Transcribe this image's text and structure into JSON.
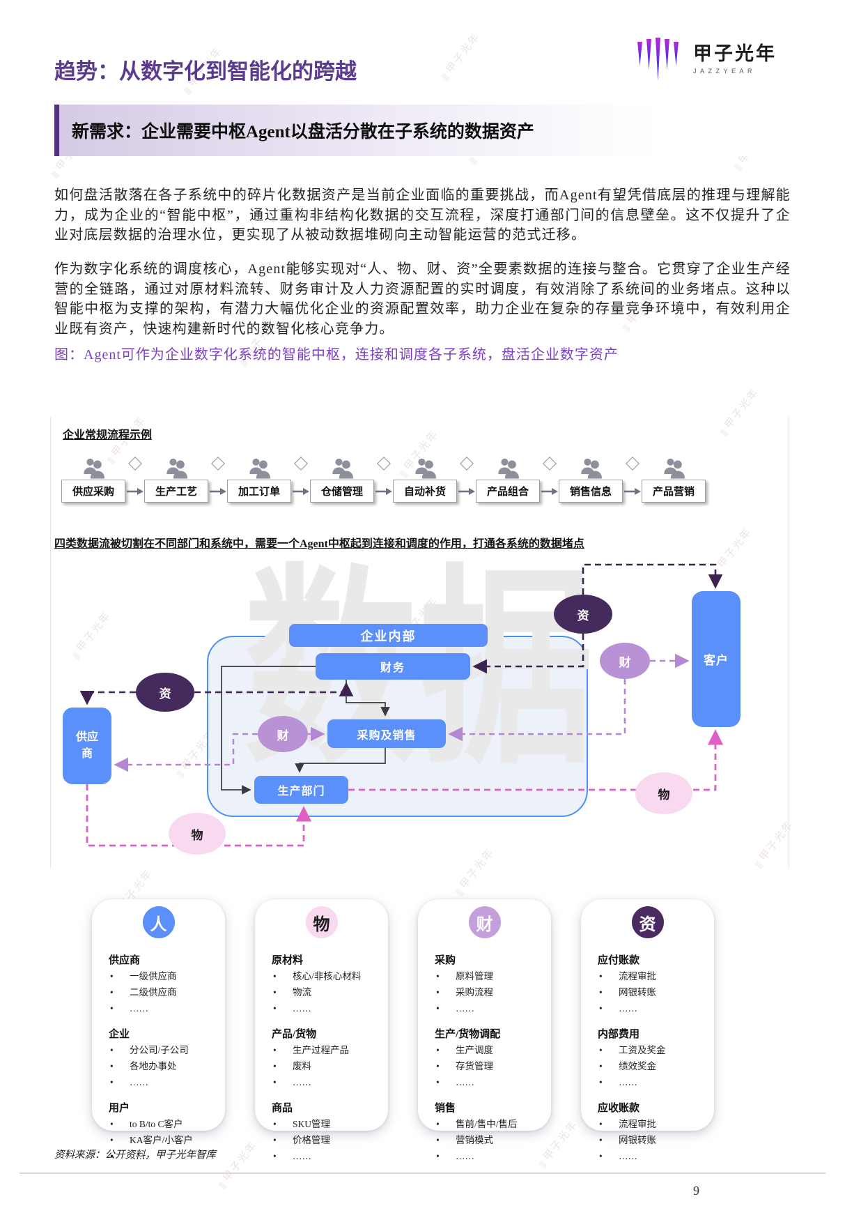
{
  "page": {
    "title": "趋势：从数字化到智能化的跨越",
    "page_number": "9",
    "source_note": "资料来源：公开资料，甲子光年智库",
    "watermark_text": "甲子光年"
  },
  "logo": {
    "name_cn": "甲子光年",
    "name_en": "JAZZYEAR"
  },
  "section_header": {
    "text": "新需求：企业需要中枢Agent以盘活分散在子系统的数据资产"
  },
  "paragraphs": [
    "如何盘活散落在各子系统中的碎片化数据资产是当前企业面临的重要挑战，而Agent有望凭借底层的推理与理解能力，成为企业的“智能中枢”，通过重构非结构化数据的交互流程，深度打通部门间的信息壁垒。这不仅提升了企业对底层数据的治理水位，更实现了从被动数据堆砌向主动智能运营的范式迁移。",
    "作为数字化系统的调度核心，Agent能够实现对“人、物、财、资”全要素数据的连接与整合。它贯穿了企业生产经营的全链路，通过对原材料流转、财务审计及人力资源配置的实时调度，有效消除了系统间的业务堵点。这种以智能中枢为支撑的架构，有潜力大幅优化企业的资源配置效率，助力企业在复杂的存量竞争环境中，有效利用企业既有资产，快速构建新时代的数智化核心竞争力。"
  ],
  "figure": {
    "caption": "图：Agent可作为企业数字化系统的智能中枢，连接和调度各子系统，盘活企业数字资产",
    "flow_label": "企业常规流程示例",
    "flow_steps": [
      "供应采购",
      "生产工艺",
      "加工订单",
      "仓储管理",
      "自动补货",
      "产品组合",
      "销售信息",
      "产品营销"
    ],
    "note": "四类数据流被切割在不同部门和系统中，需要一个Agent中枢起到连接和调度的作用，打通各系统的数据堵点",
    "watermark": "数据",
    "nodes": {
      "internal_header": "企业内部",
      "finance": "财务",
      "purchase_sales": "采购及销售",
      "production": "生产部门",
      "supplier": "供应商",
      "customer": "客户"
    },
    "flows": {
      "zi": "资",
      "cai": "财",
      "wu": "物"
    }
  },
  "columns": [
    {
      "label": "人",
      "circle_color": "#5b8ff9",
      "text_color": "#ffffff",
      "groups": [
        {
          "heading": "供应商",
          "items": [
            "一级供应商",
            "二级供应商",
            "……"
          ]
        },
        {
          "heading": "企业",
          "items": [
            "分公司/子公司",
            "各地办事处",
            "……"
          ]
        },
        {
          "heading": "用户",
          "items": [
            "to B/to C客户",
            "KA客户/小客户",
            "……"
          ]
        }
      ]
    },
    {
      "label": "物",
      "circle_color": "#f8d9ef",
      "text_color": "#1a1a1a",
      "groups": [
        {
          "heading": "原材料",
          "items": [
            "核心/非核心材料",
            "物流",
            "……"
          ]
        },
        {
          "heading": "产品/货物",
          "items": [
            "生产过程产品",
            "废料",
            "……"
          ]
        },
        {
          "heading": "商品",
          "items": [
            "SKU管理",
            "价格管理",
            "……"
          ]
        }
      ]
    },
    {
      "label": "财",
      "circle_color": "#c3a0dc",
      "text_color": "#ffffff",
      "groups": [
        {
          "heading": "采购",
          "items": [
            "原料管理",
            "采购流程",
            "……"
          ]
        },
        {
          "heading": "生产/货物调配",
          "items": [
            "生产调度",
            "存货管理",
            "……"
          ]
        },
        {
          "heading": "销售",
          "items": [
            "售前/售中/售后",
            "营销模式",
            "……"
          ]
        }
      ]
    },
    {
      "label": "资",
      "circle_color": "#4a2a61",
      "text_color": "#ffffff",
      "groups": [
        {
          "heading": "应付账款",
          "items": [
            "流程审批",
            "网银转账",
            "……"
          ]
        },
        {
          "heading": "内部费用",
          "items": [
            "工资及奖金",
            "绩效奖金",
            "……"
          ]
        },
        {
          "heading": "应收账款",
          "items": [
            "流程审批",
            "网银转账",
            "……"
          ]
        }
      ]
    }
  ],
  "colors": {
    "title_purple": "#5a3b8c",
    "caption_purple": "#7b3fc4",
    "node_blue": "#5b8ff9",
    "capital_dark_purple": "#452a5e",
    "finance_light_purple": "#b992d6",
    "goods_pink": "#f8d9ef",
    "line_pink": "#e05fc3",
    "line_light_purple": "#b387d2",
    "line_dark_purple": "#3d2350"
  }
}
